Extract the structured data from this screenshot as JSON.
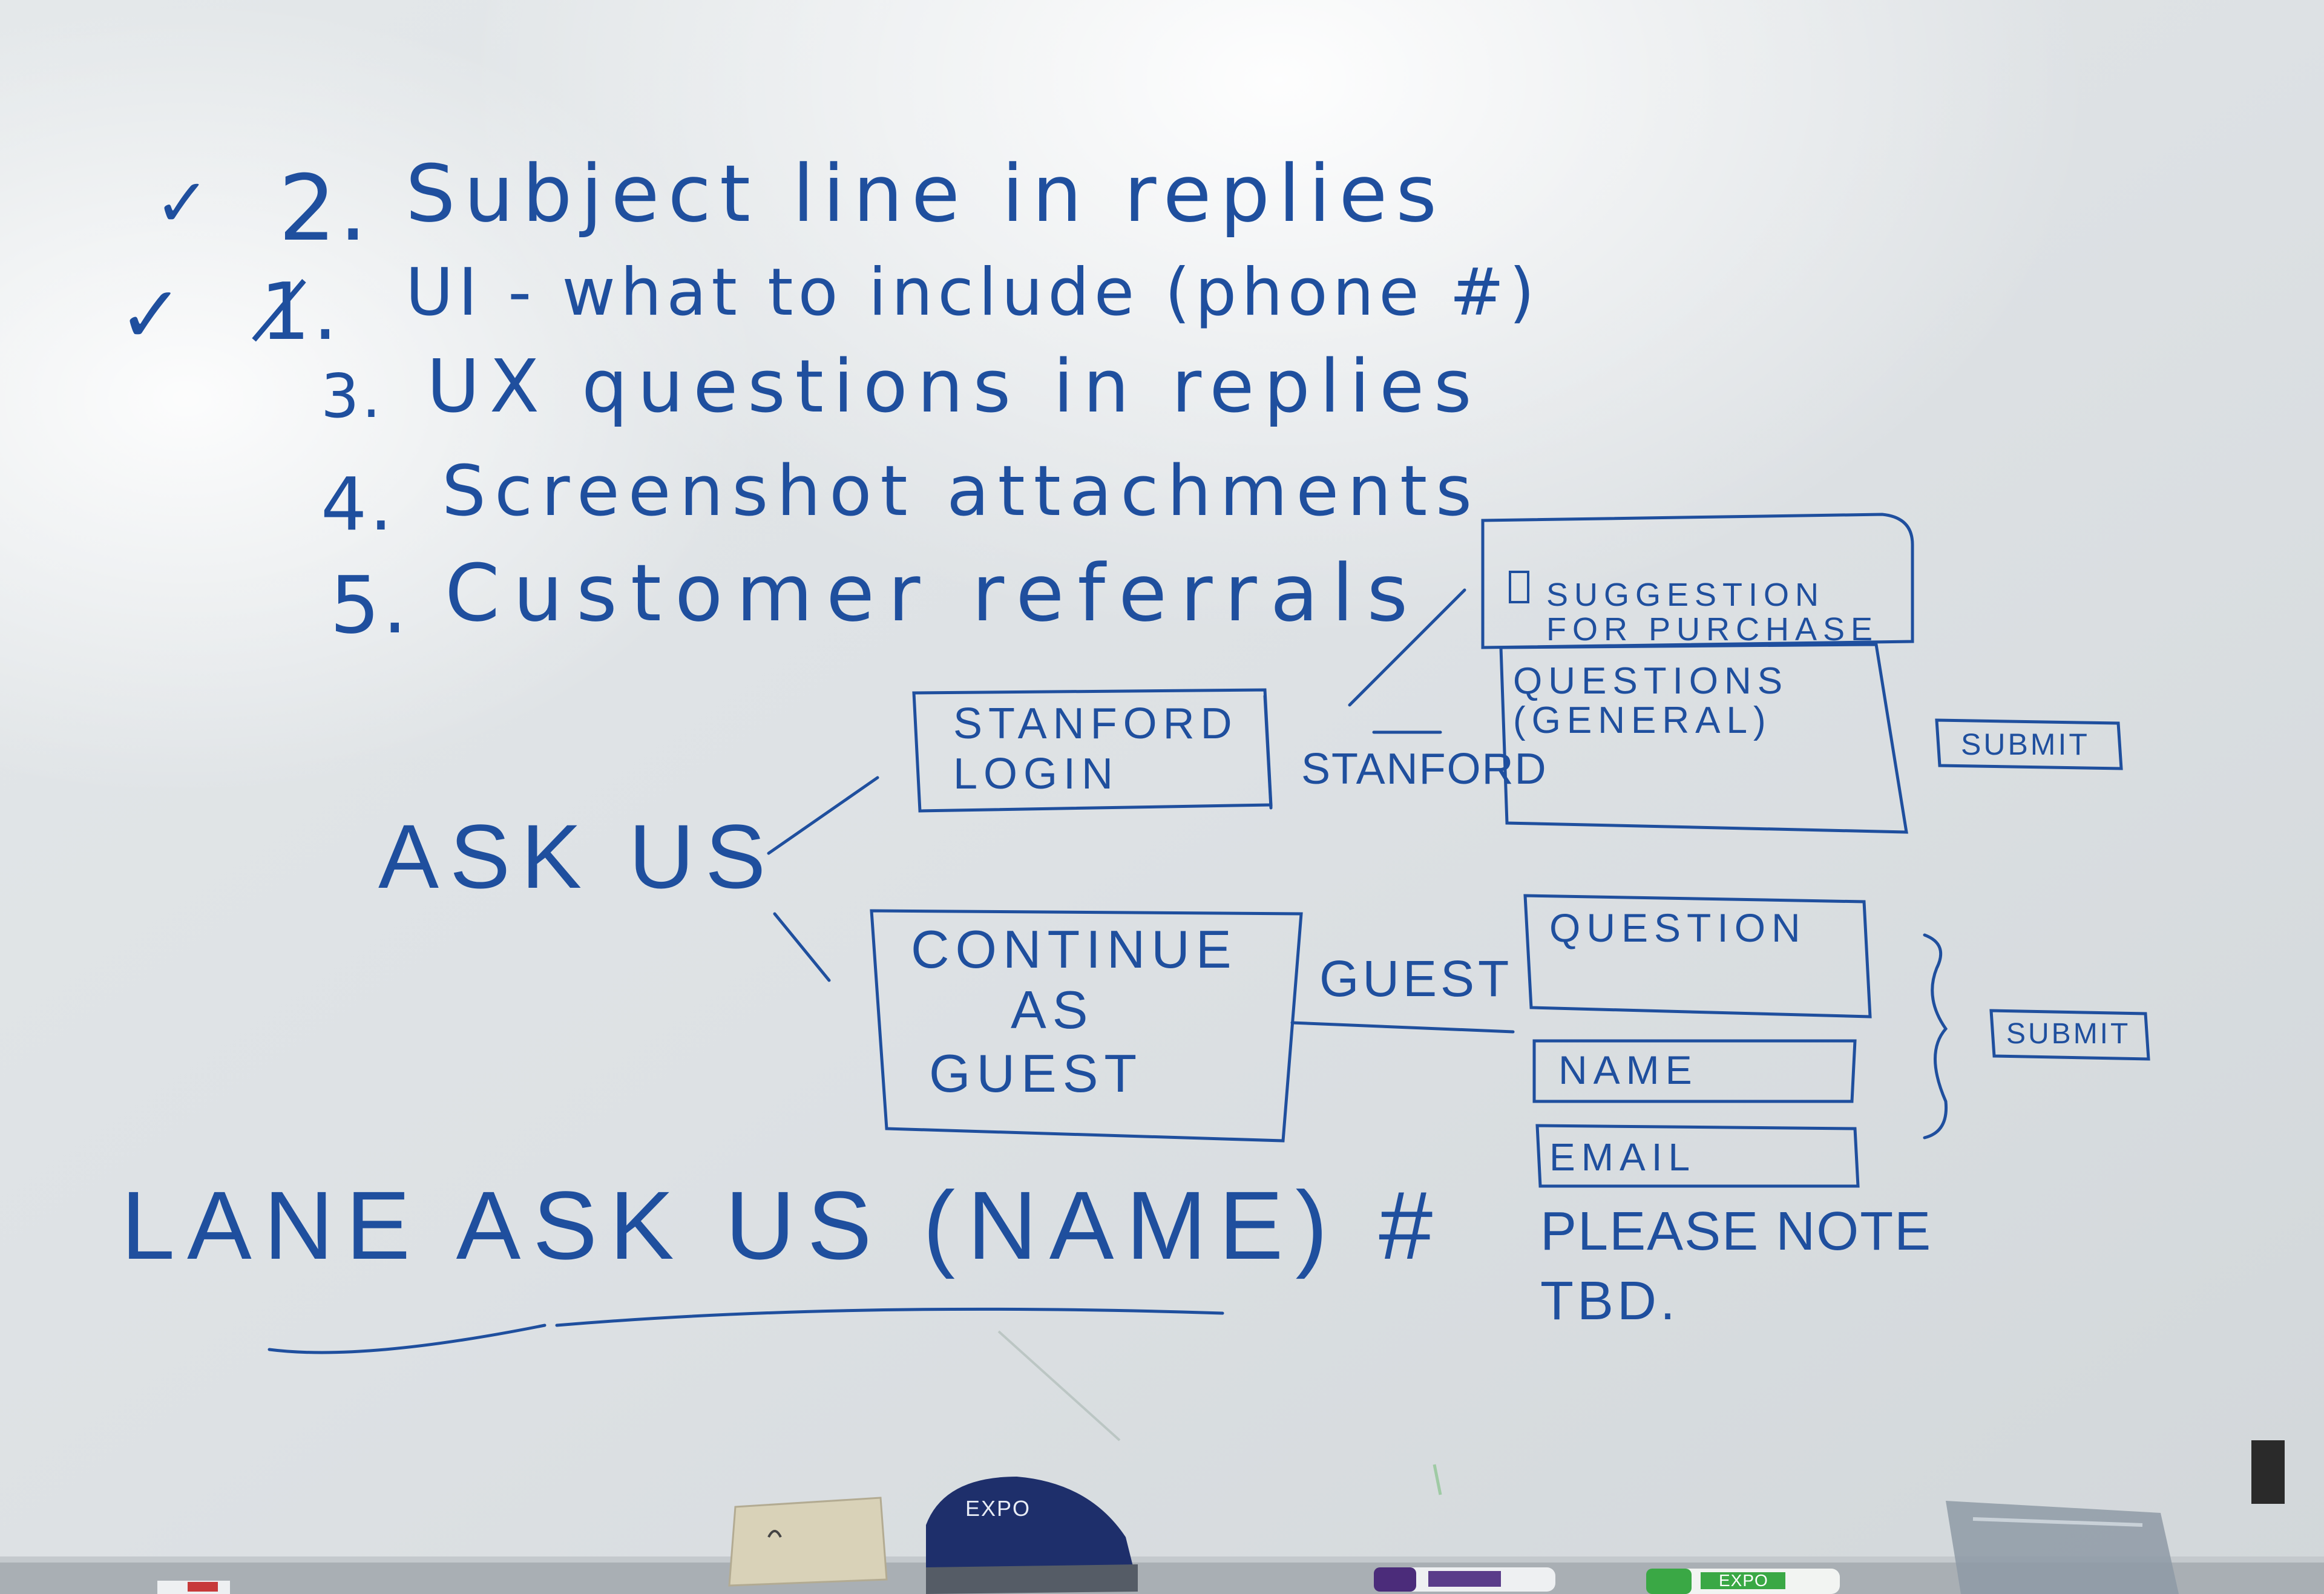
{
  "agenda": {
    "check_mark": "✓",
    "items": [
      {
        "number": "2.",
        "text": "Subject line in replies",
        "checked": true
      },
      {
        "number": "1̸.",
        "text": "UI - what to include (phone #)",
        "checked": true
      },
      {
        "number": "3.",
        "text": "UX questions in replies",
        "checked": false
      },
      {
        "number": "4.",
        "text": "Screenshot attachments",
        "checked": false
      },
      {
        "number": "5.",
        "text": "Customer referrals",
        "checked": false
      }
    ]
  },
  "ask_us_flow": {
    "root_label": "ASK US",
    "stanford_login_box": "STANFORD LOGIN",
    "stanford_label": "STANFORD",
    "suggestion_box": "SUGGESTION FOR PURCHASE",
    "questions_general_box_line1": "QUESTIONS",
    "questions_general_box_line2": "(GENERAL)",
    "submit_top": "SUBMIT",
    "continue_as_guest_box_line1": "CONTINUE",
    "continue_as_guest_box_line2": "AS",
    "continue_as_guest_box_line3": "GUEST",
    "guest_label": "GUEST",
    "question_field": "QUESTION",
    "name_field": "NAME",
    "email_field": "EMAIL",
    "please_note_line1": "PLEASE NOTE",
    "please_note_line2": "TBD.",
    "submit_bottom": "SUBMIT"
  },
  "footer_note": {
    "text": "LANE ASK US (NAME) #"
  },
  "tray": {
    "eraser_brand": "EXPO",
    "marker_brand": "EXPO"
  },
  "colors": {
    "ink": "#1f4f9e",
    "board": "#dde2e5",
    "tray": "#9aa0a6",
    "eraser": "#1e2f6b",
    "marker_green": "#3aa845",
    "marker_purple": "#4b2c7a"
  }
}
